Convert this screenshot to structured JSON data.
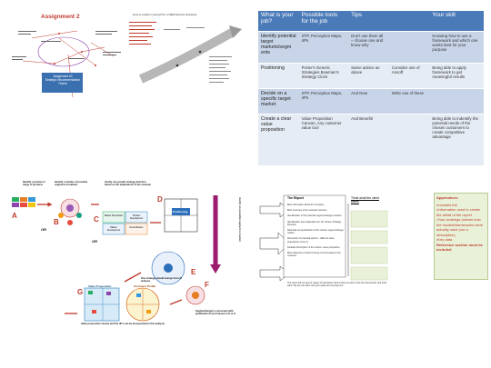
{
  "slide1": {
    "title": "Assignment 2",
    "center_box": "Assignment #3\nStrategic Recommendation\nTheme"
  },
  "slide2": {
    "title": "How to position yourself for a NEW Recruit (Industry)"
  },
  "slide3": {
    "headers": [
      "What is your job?",
      "Possible tools for the job",
      "Tips",
      "",
      "Your skill"
    ],
    "rows": [
      {
        "job": "Identify potential target markets/segm ents",
        "tools": "STP, Perception Maps, 4Ps",
        "tips": "Don't use them all – choose one and know why",
        "tips2": "",
        "skill": "Knowing how to use a framework and which one works best for your purpose"
      },
      {
        "job": "Positioning",
        "tools": "Porter's Generic Strategies Bowman's Strategy Clock",
        "tips": "Same advice as above",
        "tips2": "Consider use of Ansoff",
        "skill": "Being able to apply framework to get meaningful results"
      },
      {
        "job": "Decide on a specific target market",
        "tools": "STP, Perception Maps, 4Ps",
        "tips": "And Now",
        "tips2": "Write use of these",
        "skill": ""
      },
      {
        "job": "Create a clear value proposition",
        "tools": "Value Proposition Canvas, Any customer value tool",
        "tips": "And Benefit!",
        "tips2": "",
        "skill": "Being able to indentify the potential needs of the chosen customers to create competitive advantage"
      }
    ]
  },
  "slide4": {
    "step_a": "Identify a product or range of products",
    "step_b": "Identify a number of possible segments & markets",
    "step_c": "Justify one growth strategy direction based on the implications of the scenario",
    "step_d": "Positioning",
    "step_e": "Justify one possible segment or market",
    "step_f": "Segment/target is consonant with justification from E based on D or E",
    "step_g": "Value proposition canvas and the 4P's can be incorporated in this analysis",
    "step_h": "One strategy should emerge from 3? analysis",
    "labels": [
      "A",
      "B",
      "C",
      "D",
      "E",
      "F",
      "G"
    ],
    "or": "OR",
    "vp_title": "Value Proposition",
    "cp_title": "Customer Profile",
    "matrix": [
      "Market Penetration",
      "Product Development",
      "Market Development",
      "Diversification"
    ],
    "pos_label": "Positioning"
  },
  "slide5": {
    "report_title": "The Report",
    "think_title": "Think what the client wants",
    "appendix_title": "Appendices:",
    "appendix_items": [
      "•Includes the",
      "•Information used to create the detail of the report",
      "•Your workings (shows how the models/frameworks were actually used (not a description)",
      "•Key data"
    ],
    "appendix_note": "Reference section must be included",
    "report_items": [
      "Brief Information about the company",
      "Brief summary of the selected scenario",
      "Identification of the potential segments/target markets",
      "Identification and explanation for the chosen Strategic Direction",
      "Rationale and justification of the chosen segment/target market",
      "Discussion of potential options - different value propositions (max 2)",
      "Detailed Description of the chosen value proposition",
      "Brief statement of what is being communicated to the customer"
    ],
    "footer": "The client will not pay for pages of description about what you did or how the frameworks and tools work. We are the client and your goals are the payment."
  }
}
